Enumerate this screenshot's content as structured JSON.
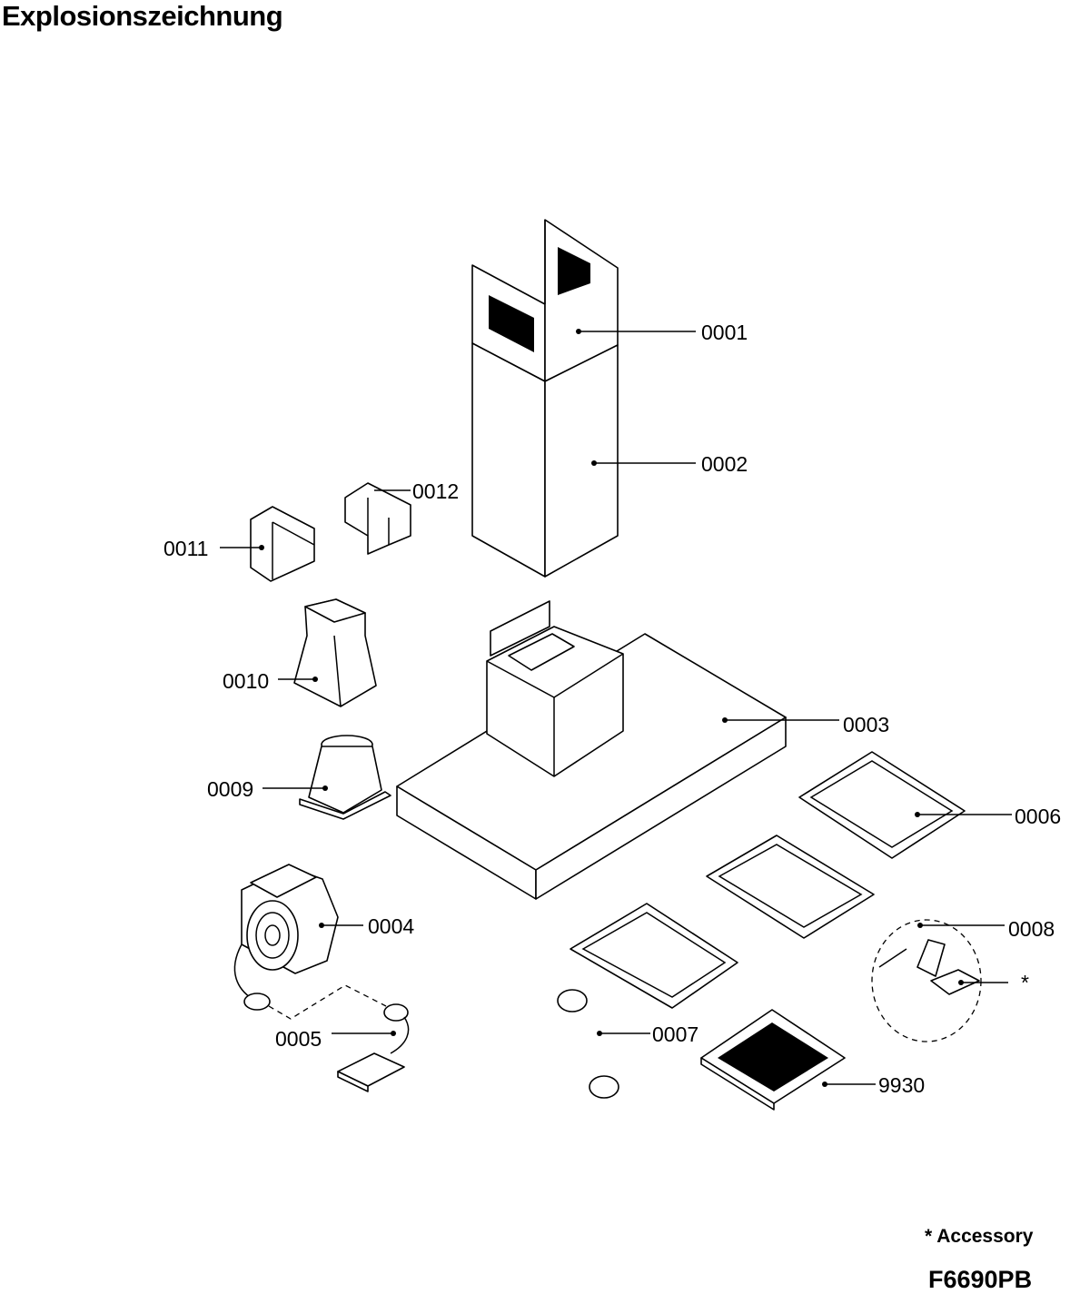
{
  "header": {
    "title": "Explosionszeichnung"
  },
  "footer": {
    "accessory_note": "* Accessory",
    "model_code": "F6690PB"
  },
  "parts": [
    {
      "id": "0001"
    },
    {
      "id": "0002"
    },
    {
      "id": "0003"
    },
    {
      "id": "0004"
    },
    {
      "id": "0005"
    },
    {
      "id": "0006"
    },
    {
      "id": "0007"
    },
    {
      "id": "0008"
    },
    {
      "id": "0009"
    },
    {
      "id": "0010"
    },
    {
      "id": "0011"
    },
    {
      "id": "0012"
    },
    {
      "id": "9930"
    }
  ],
  "accessory_marker": "*"
}
